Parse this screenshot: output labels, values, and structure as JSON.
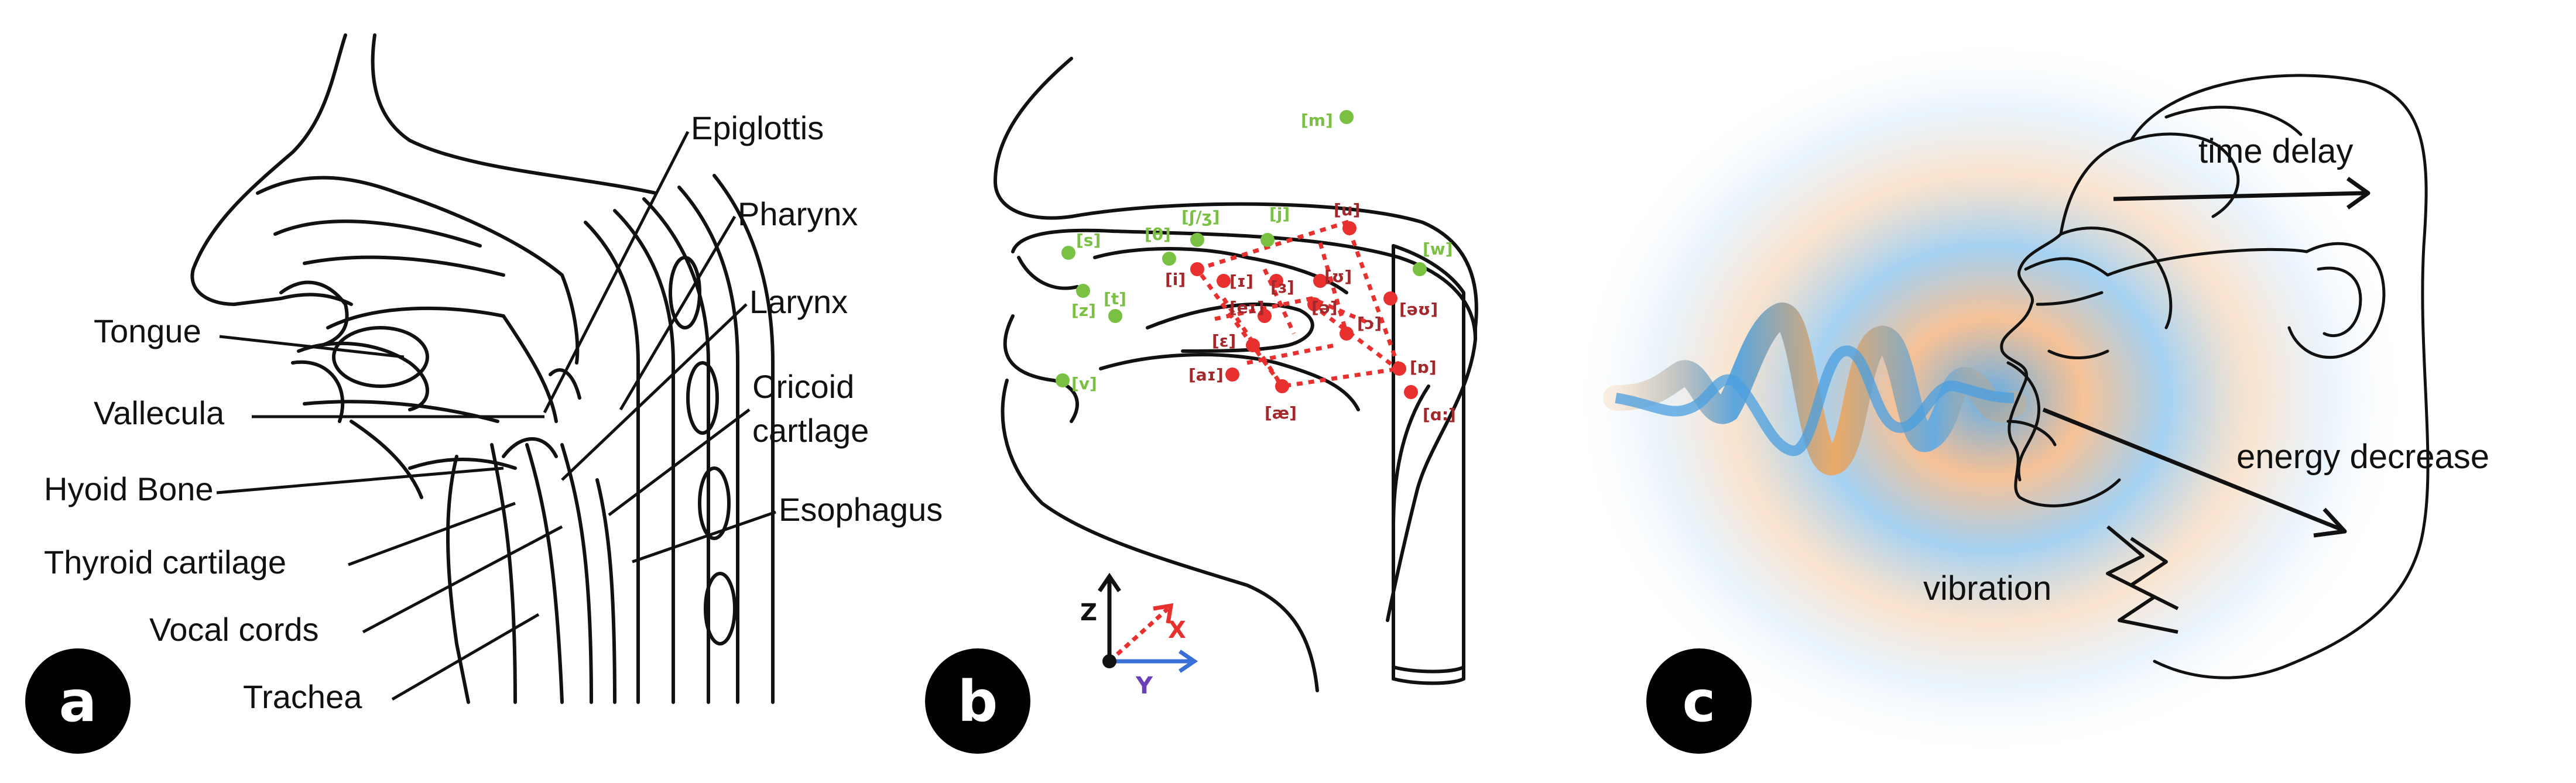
{
  "panel_a": {
    "badge": "a",
    "labels": {
      "epiglottis": "Epiglottis",
      "pharynx": "Pharynx",
      "larynx": "Larynx",
      "cricoid_1": "Cricoid",
      "cricoid_2": "cartlage",
      "esophagus": "Esophagus",
      "tongue": "Tongue",
      "vallecula": "Vallecula",
      "hyoid": "Hyoid Bone",
      "thyroid": "Thyroid cartilage",
      "vocal": "Vocal cords",
      "trachea": "Trachea"
    }
  },
  "panel_b": {
    "badge": "b",
    "consonants": [
      "[m]",
      "[s]",
      "[θ]",
      "[ʃ/ʒ]",
      "[j]",
      "[w]",
      "[z]",
      "[t]",
      "[v]"
    ],
    "vowels": [
      "[u]",
      "[i]",
      "[ɪ]",
      "[ɜ]",
      "[ʊ]",
      "[eɪ]",
      "[ə]",
      "[əʊ]",
      "[ɛ]",
      "[ɔ]",
      "[ɒ]",
      "[aɪ]",
      "[æ]",
      "[ɑ:]"
    ],
    "axes": {
      "z": "Z",
      "x": "X",
      "y": "Y"
    },
    "colors": {
      "consonant": "#7ac143",
      "vowel": "#e8302f",
      "vowel_text": "#a3282b",
      "y_axis": "#3a6fd8",
      "x_axis": "#e8302f",
      "y_text": "#6a3fb8"
    }
  },
  "panel_c": {
    "badge": "c",
    "labels": {
      "time_delay": "time delay",
      "energy_decrease": "energy decrease",
      "vibration": "vibration"
    },
    "colors": {
      "blue": "#5aa9e6",
      "orange": "#f2a65a"
    }
  }
}
